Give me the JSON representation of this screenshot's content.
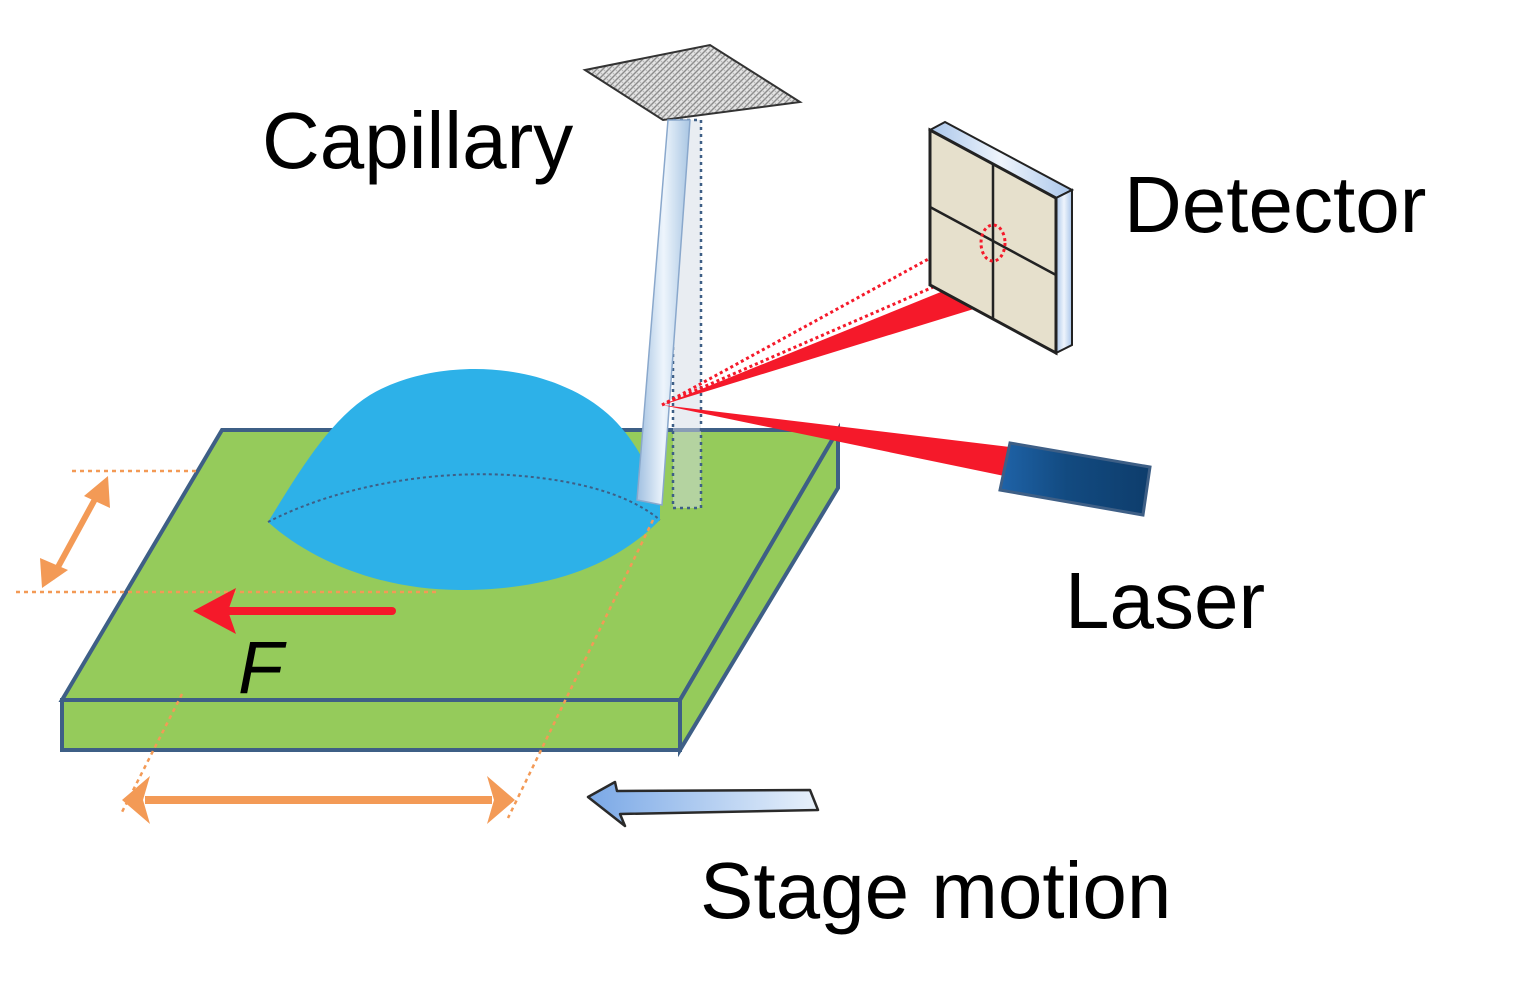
{
  "diagram": {
    "labels": {
      "capillary": "Capillary",
      "detector": "Detector",
      "laser": "Laser",
      "stage_motion": "Stage motion",
      "force": "F"
    },
    "colors": {
      "stage_fill": "#95CB5B",
      "stage_stroke": "#3E5F86",
      "droplet": "#2DB1E8",
      "laser_beam": "#F5192A",
      "laser_body": "#124A80",
      "detector_face": "#E6E0CC",
      "dimension_arrows": "#F39A56",
      "motion_arrow": "#9BC2EE",
      "capillary": "#C9DDF1"
    }
  }
}
